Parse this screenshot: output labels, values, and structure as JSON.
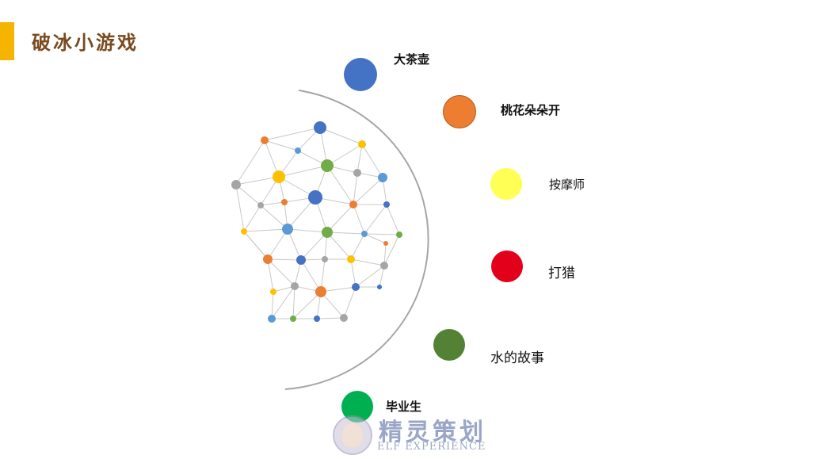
{
  "header": {
    "title": "破冰小游戏",
    "accent_color": "#f4b400",
    "title_color": "#7a4a1f"
  },
  "topics": [
    {
      "label": "大茶壶",
      "color": "#4472c4"
    },
    {
      "label": "桃花朵朵开",
      "color": "#ed7d31"
    },
    {
      "label": "按摩师",
      "color": "#ffff55"
    },
    {
      "label": "打猎",
      "color": "#e3001b"
    },
    {
      "label": "水的故事",
      "color": "#548235"
    },
    {
      "label": "毕业生",
      "color": "#00b050"
    }
  ],
  "network": {
    "node_colors": [
      "#4472c4",
      "#ed7d31",
      "#5b9bd5",
      "#70ad47",
      "#ffc000",
      "#a5a5a5"
    ],
    "edge_color": "#c8c8c8",
    "arc_color": "#a6a6a6"
  },
  "watermark": {
    "cn": "精灵策划",
    "en": "ELF EXPERIENCE",
    "color": "#4a5f9a"
  }
}
